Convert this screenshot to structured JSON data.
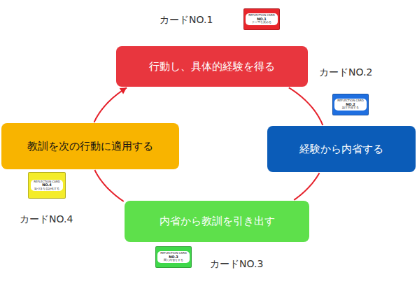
{
  "diagram": {
    "nodes": [
      {
        "text": [
          "行動し、具体的経験を得る"
        ]
      },
      {
        "text": [
          "経験から内省する"
        ]
      },
      {
        "text": [
          "内省から教訓を引き出す"
        ]
      },
      {
        "text": [
          "教訓を次の行動に適用する"
        ]
      },
      {
        "text": [
          "REFLECTION CARD",
          "NO.1",
          "テーマを決める"
        ]
      },
      {
        "text": [
          "REFLECTION CARD",
          "NO.2",
          "話す内省する"
        ]
      },
      {
        "text": [
          "REFLECTION CARD",
          "NO.3",
          "聞く内省をする"
        ]
      },
      {
        "text": [
          "REFLECTION CARD",
          "NO.4",
          "気づきを言語化する"
        ]
      }
    ],
    "edges": [
      {
        "from": 0,
        "to": 1,
        "arrow": "none"
      },
      {
        "from": 1,
        "to": 2,
        "arrow": "none"
      },
      {
        "from": 2,
        "to": 3,
        "arrow": "none"
      },
      {
        "from": 3,
        "to": 0,
        "arrow": "to"
      }
    ],
    "labels": [
      "カードNO.1",
      "カードNO.2",
      "カードNO.3",
      "カードNO.4"
    ]
  }
}
